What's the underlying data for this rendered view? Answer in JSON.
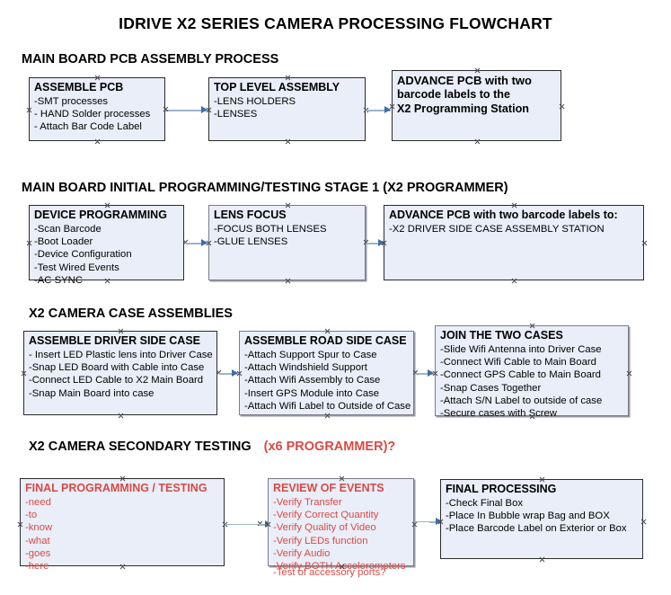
{
  "document": {
    "title": "IDRIVE X2  SERIES CAMERA PROCESSING FLOWCHART"
  },
  "sections": [
    {
      "id": "main-board-pcb-assembly-process",
      "heading": "MAIN BOARD PCB ASSEMBLY PROCESS",
      "heading_accent": "",
      "nodes": [
        {
          "id": "assemble-pcb",
          "title": "ASSEMBLE PCB",
          "items": [
            "-SMT processes",
            "- HAND Solder processes",
            "- Attach Bar Code Label"
          ]
        },
        {
          "id": "top-level-assembly",
          "title": "TOP LEVEL ASSEMBLY",
          "items": [
            "-LENS HOLDERS",
            "-LENSES"
          ]
        },
        {
          "id": "advance-pcb-to-x2-programming-station",
          "title": "ADVANCE PCB with two",
          "items": [
            "barcode labels to the",
            " X2 Programming Station"
          ]
        }
      ]
    },
    {
      "id": "main-board-initial-programming-testing-stage-1",
      "heading": "MAIN BOARD INITIAL PROGRAMMING/TESTING STAGE 1 (X2 PROGRAMMER)",
      "heading_accent": "",
      "nodes": [
        {
          "id": "device-programming",
          "title": "DEVICE PROGRAMMING",
          "items": [
            "-Scan Barcode",
            "-Boot Loader",
            "-Device Configuration",
            "-Test Wired Events",
            "-AC SYNC"
          ]
        },
        {
          "id": "lens-focus",
          "title": "LENS FOCUS",
          "items": [
            "-FOCUS BOTH LENSES",
            "-GLUE LENSES"
          ]
        },
        {
          "id": "advance-pcb-to-driver-side-case-assembly-station",
          "title": "ADVANCE PCB with two barcode labels to:",
          "items": [
            "-X2 DRIVER  SIDE  CASE  ASSEMBLY STATION"
          ]
        }
      ]
    },
    {
      "id": "x2-camera-case-assemblies",
      "heading": "X2 CAMERA CASE ASSEMBLIES",
      "heading_accent": "",
      "nodes": [
        {
          "id": "assemble-driver-side-case",
          "title": "ASSEMBLE DRIVER SIDE CASE",
          "items": [
            "- Insert LED Plastic lens into Driver Case",
            "-Snap LED Board with Cable into Case",
            "-Connect LED Cable to X2 Main Board",
            "-Snap Main Board into case"
          ]
        },
        {
          "id": "assemble-road-side-case",
          "title": "ASSEMBLE ROAD SIDE CASE",
          "items": [
            "-Attach Support Spur to Case",
            "-Attach Windshield Support",
            "-Attach Wifi Assembly to Case",
            "-Insert GPS Module into Case",
            "-Attach Wifi Label to Outside of Case"
          ]
        },
        {
          "id": "join-the-two-cases",
          "title": "JOIN THE TWO CASES",
          "items": [
            "-Slide Wifi Antenna into Driver Case",
            "-Connect Wifi Cable to Main Board",
            "-Connect GPS Cable to Main Board",
            "-Snap Cases Together",
            "-Attach S/N Label to outside of case",
            "-Secure cases with Screw"
          ]
        }
      ]
    },
    {
      "id": "x2-camera-secondary-testing",
      "heading": "X2 CAMERA SECONDARY TESTING",
      "heading_accent": "(x6 PROGRAMMER)?",
      "nodes": [
        {
          "id": "final-programming-testing",
          "title": "FINAL PROGRAMMING / TESTING",
          "items": [
            "-need",
            "-to",
            "-know",
            "-what",
            "-goes",
            "-here"
          ]
        },
        {
          "id": "review-of-events",
          "title": "REVIEW OF EVENTS",
          "items": [
            "-Verify Transfer",
            "-Verify Correct Quantity",
            "-Verify Quality of Video",
            "-Verify LEDs function",
            "-Verify Audio",
            "-Verify BOTH Accelerometers"
          ],
          "overflow_item": "-Test of accessory ports?"
        },
        {
          "id": "final-processing",
          "title": "FINAL PROCESSING",
          "items": [
            " -Check Final Box",
            "-Place In Bubble wrap Bag and BOX",
            "-Place Barcode Label on Exterior or Box"
          ]
        }
      ]
    }
  ],
  "colors": {
    "node_fill": "#e9eef8",
    "node_border": "#2b2b2b",
    "accent_red": "#d94a46",
    "arrow_shaft": "#9db4cc",
    "arrow_head": "#3f6ea8"
  }
}
